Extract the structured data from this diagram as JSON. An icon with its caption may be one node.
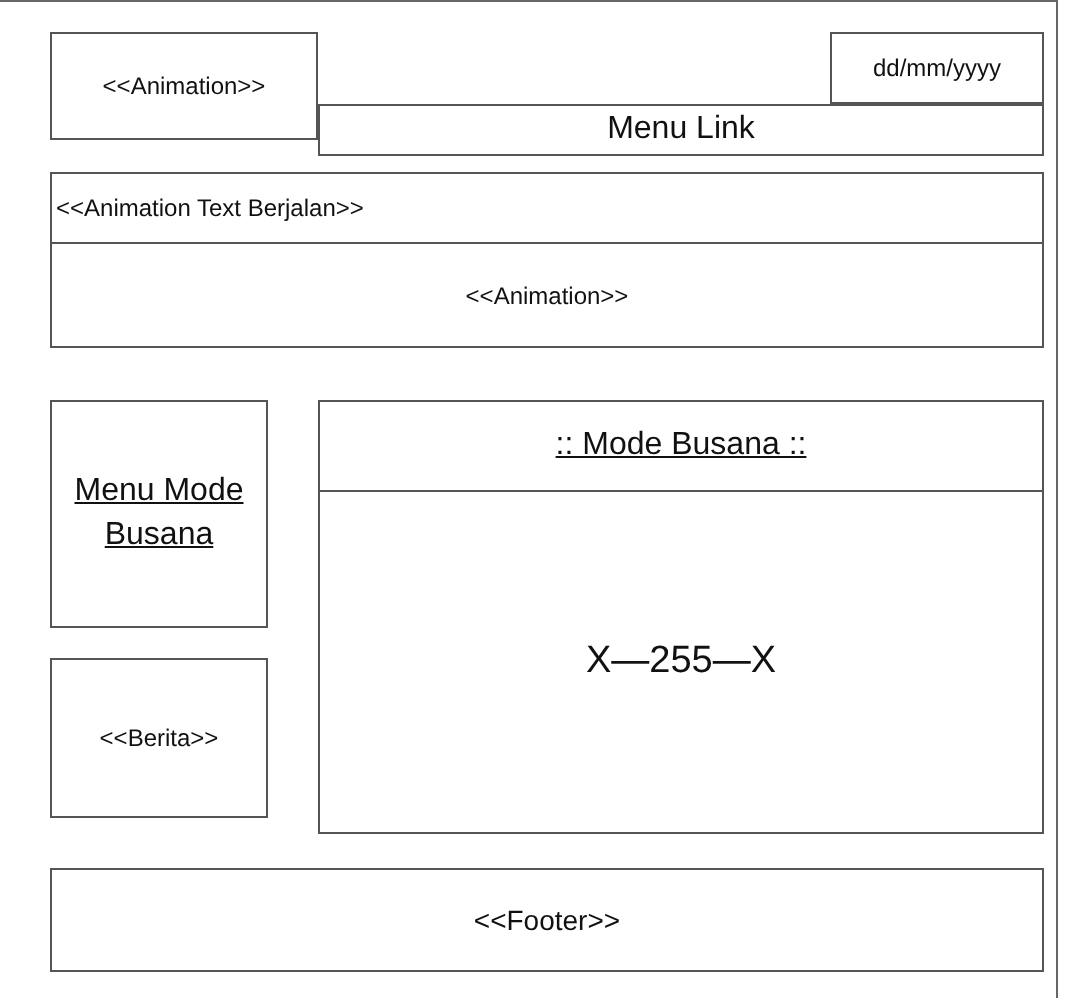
{
  "diagram": {
    "nodes": [
      {
        "text": [
          "<<Animation>>"
        ]
      },
      {
        "text": [
          "dd/mm/yyyy"
        ]
      },
      {
        "text": [
          "Menu Link"
        ]
      },
      {
        "text": [
          "<<Animation Text Berjalan>>"
        ]
      },
      {
        "text": [
          "<<Animation>>"
        ]
      },
      {
        "text": [
          "Menu Mode Busana"
        ]
      },
      {
        "text": [
          ":: Mode Busana ::",
          "X—255—X"
        ]
      },
      {
        "text": [
          "<<Berita>>"
        ]
      },
      {
        "text": [
          "<<Footer>>"
        ]
      }
    ],
    "edges": []
  }
}
